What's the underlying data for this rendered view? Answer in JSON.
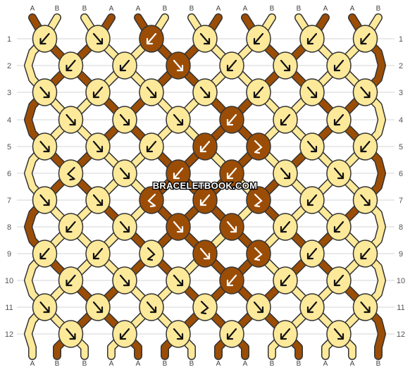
{
  "colors": {
    "A": "#9b4d06",
    "B": "#fde99a",
    "outline": "#333333",
    "rule": "#d6d6d6"
  },
  "strings_top": [
    "A",
    "B",
    "B",
    "A",
    "A",
    "B",
    "B",
    "A",
    "A",
    "B",
    "B",
    "A",
    "A",
    "B"
  ],
  "strings_bottom": [
    "A",
    "B",
    "B",
    "A",
    "A",
    "B",
    "B",
    "A",
    "A",
    "B",
    "B",
    "A",
    "A",
    "B"
  ],
  "rows": [
    "1",
    "2",
    "3",
    "4",
    "5",
    "6",
    "7",
    "8",
    "9",
    "10",
    "11",
    "12"
  ],
  "knots_pattern": [
    [
      "B",
      "B",
      "A",
      "B",
      "B",
      "B",
      "B"
    ],
    [
      "B",
      "B",
      "A",
      "B",
      "B",
      "B"
    ],
    [
      "B",
      "B",
      "B",
      "B",
      "B",
      "B",
      "B"
    ],
    [
      "B",
      "B",
      "B",
      "A",
      "B",
      "B"
    ],
    [
      "B",
      "B",
      "B",
      "A",
      "A",
      "B",
      "B"
    ],
    [
      "B",
      "B",
      "A",
      "A",
      "B",
      "B"
    ],
    [
      "B",
      "B",
      "A",
      "A",
      "A",
      "B",
      "B"
    ],
    [
      "B",
      "B",
      "A",
      "A",
      "B",
      "B"
    ],
    [
      "B",
      "B",
      "B",
      "A",
      "A",
      "B",
      "B"
    ],
    [
      "B",
      "B",
      "B",
      "A",
      "B",
      "B"
    ],
    [
      "B",
      "B",
      "B",
      "B",
      "B",
      "B",
      "B"
    ],
    [
      "B",
      "B",
      "B",
      "B",
      "B",
      "B"
    ]
  ],
  "arrows_pattern": [
    [
      "bl",
      "br",
      "bl",
      "br",
      "bl",
      "bl",
      "bl"
    ],
    [
      "bl",
      "bl",
      "br",
      "bl",
      "br",
      "bl"
    ],
    [
      "br",
      "bl",
      "br",
      "br",
      "bl",
      "br",
      "br"
    ],
    [
      "br",
      "br",
      "br",
      "bl",
      "bl",
      "bl"
    ],
    [
      "br",
      "br",
      "bl",
      "bl",
      "fr",
      "br",
      "bl"
    ],
    [
      "fl",
      "br",
      "bl",
      "bl",
      "br",
      "br"
    ],
    [
      "br",
      "br",
      "fl",
      "bl",
      "fr",
      "bl",
      "br"
    ],
    [
      "bl",
      "br",
      "br",
      "br",
      "bl",
      "bl"
    ],
    [
      "bl",
      "bl",
      "fr",
      "br",
      "fr",
      "bl",
      "bl"
    ],
    [
      "bl",
      "br",
      "br",
      "bl",
      "bl",
      "bl"
    ],
    [
      "br",
      "br",
      "br",
      "fr",
      "br",
      "bl",
      "br"
    ],
    [
      "br",
      "bl",
      "br",
      "bl",
      "bl",
      "br"
    ]
  ],
  "watermark": "BRACELETBOOK.COM"
}
